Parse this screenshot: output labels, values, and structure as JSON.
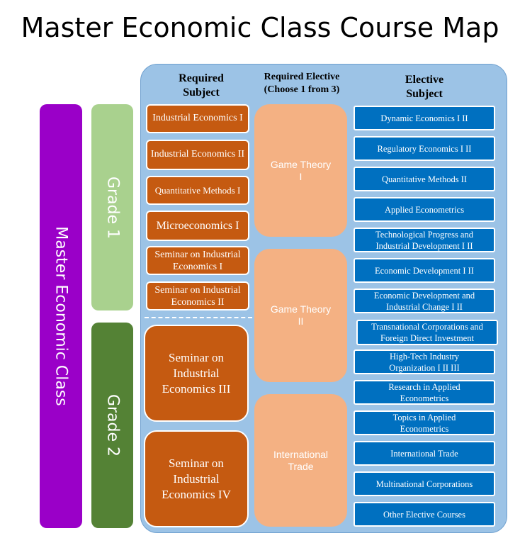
{
  "title": "Master Economic Class Course Map",
  "class_label": "Master Economic Class",
  "grades": [
    "Grade 1",
    "Grade 2"
  ],
  "headers": {
    "required": "Required\nSubject",
    "required_elective": "Required Elective\n(Choose 1 from 3)",
    "elective": "Elective\nSubject"
  },
  "required_subjects": [
    "Industrial Economics I",
    "Industrial Economics II",
    "Quantitative Methods I",
    "Microeconomics I",
    "Seminar on Industrial\nEconomics I",
    "Seminar on Industrial\nEconomics II",
    "Seminar on\nIndustrial\nEconomics III",
    "Seminar on\nIndustrial\nEconomics IV"
  ],
  "required_electives": [
    "Game Theory\nI",
    "Game Theory\nII",
    "International\nTrade"
  ],
  "elective_subjects": [
    "Dynamic Economics I II",
    "Regulatory Economics I II",
    "Quantitative Methods II",
    "Applied Econometrics",
    "Technological Progress and\nIndustrial Development I II",
    "Economic Development I II",
    "Economic Development and\nIndustrial Change I II",
    "Transnational Corporations and\nForeign Direct Investment",
    "High-Tech Industry\nOrganization I II III",
    "Research in Applied\nEconometrics",
    "Topics in Applied\nEconometrics",
    "International Trade",
    "Multinational Corporations",
    "Other Elective Courses"
  ],
  "colors": {
    "panel": "#9cc3e6",
    "class_bar": "#9a00c8",
    "grade1": "#a9d18e",
    "grade2": "#548235",
    "required": "#c55a11",
    "required_elective": "#f4b183",
    "elective": "#0070c0"
  }
}
